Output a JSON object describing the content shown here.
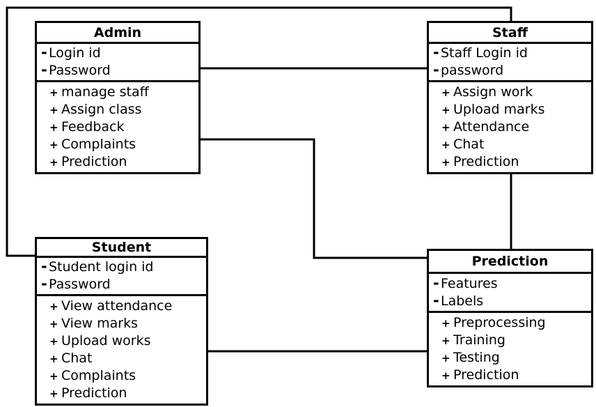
{
  "diagram": {
    "type": "uml-class-diagram",
    "background_color": "#ffffff",
    "line_color": "#000000",
    "text_color": "#000000"
  },
  "classes": {
    "admin": {
      "name": "Admin",
      "attributes": [
        {
          "visibility": "-",
          "name": "Login id"
        },
        {
          "visibility": "-",
          "name": "Password"
        }
      ],
      "methods": [
        {
          "visibility": "+",
          "name": "manage staff"
        },
        {
          "visibility": "+",
          "name": "Assign class"
        },
        {
          "visibility": "+",
          "name": "Feedback"
        },
        {
          "visibility": "+",
          "name": "Complaints"
        },
        {
          "visibility": "+",
          "name": "Prediction"
        }
      ]
    },
    "staff": {
      "name": "Staff",
      "attributes": [
        {
          "visibility": "-",
          "name": "Staff Login id"
        },
        {
          "visibility": "-",
          "name": "password"
        }
      ],
      "methods": [
        {
          "visibility": "+",
          "name": "Assign work"
        },
        {
          "visibility": "+",
          "name": "Upload marks"
        },
        {
          "visibility": "+",
          "name": "Attendance"
        },
        {
          "visibility": "+",
          "name": "Chat"
        },
        {
          "visibility": "+",
          "name": "Prediction"
        }
      ]
    },
    "student": {
      "name": "Student",
      "attributes": [
        {
          "visibility": "-",
          "name": "Student login id"
        },
        {
          "visibility": "-",
          "name": "Password"
        }
      ],
      "methods": [
        {
          "visibility": "+",
          "name": "View attendance"
        },
        {
          "visibility": "+",
          "name": "View marks"
        },
        {
          "visibility": "+",
          "name": "Upload works"
        },
        {
          "visibility": "+",
          "name": "Chat"
        },
        {
          "visibility": "+",
          "name": "Complaints"
        },
        {
          "visibility": "+",
          "name": "Prediction"
        }
      ]
    },
    "prediction": {
      "name": "Prediction",
      "attributes": [
        {
          "visibility": "-",
          "name": "Features"
        },
        {
          "visibility": "-",
          "name": "Labels"
        }
      ],
      "methods": [
        {
          "visibility": "+",
          "name": "Preprocessing"
        },
        {
          "visibility": "+",
          "name": "Training"
        },
        {
          "visibility": "+",
          "name": "Testing"
        },
        {
          "visibility": "+",
          "name": "Prediction"
        }
      ]
    }
  },
  "associations": [
    {
      "id": "admin-staff",
      "from": "admin",
      "to": "staff"
    },
    {
      "id": "admin-student",
      "from": "admin",
      "to": "student"
    },
    {
      "id": "admin-prediction",
      "from": "admin",
      "to": "prediction"
    },
    {
      "id": "staff-prediction",
      "from": "staff",
      "to": "prediction"
    },
    {
      "id": "student-prediction",
      "from": "student",
      "to": "prediction"
    }
  ]
}
